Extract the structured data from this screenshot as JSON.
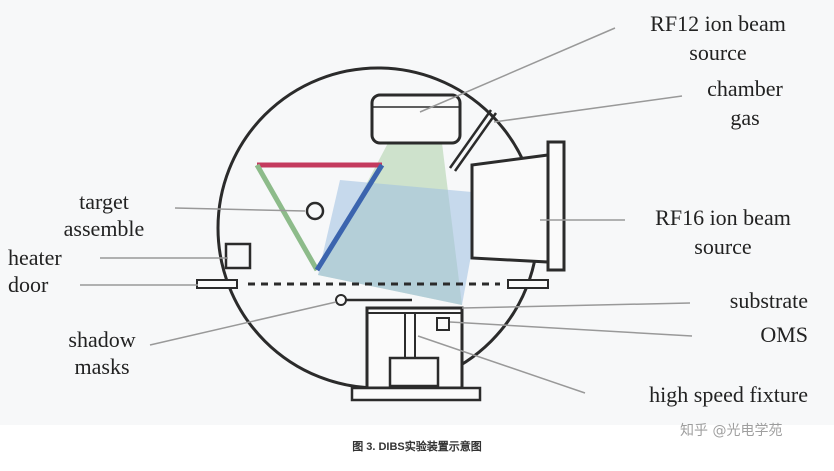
{
  "labels": {
    "rf12": [
      "RF12 ion beam",
      "source"
    ],
    "chamber_gas": [
      "chamber",
      "gas"
    ],
    "target": [
      "target",
      "assemble"
    ],
    "heater": "heater",
    "door": "door",
    "rf16": [
      "RF16 ion beam",
      "source"
    ],
    "substrate": "substrate",
    "oms": "OMS",
    "shadow": [
      "shadow",
      "masks"
    ],
    "fixture": "high speed fixture"
  },
  "caption": "图 3. DIBS实验装置示意图",
  "watermark": "知乎 @光电学苑",
  "colors": {
    "target_top": "#c43a5e",
    "target_left": "#8dbb8a",
    "target_right": "#3b64ae",
    "beam_green": "#b9d6b4",
    "beam_blue": "#9ec0e2"
  }
}
